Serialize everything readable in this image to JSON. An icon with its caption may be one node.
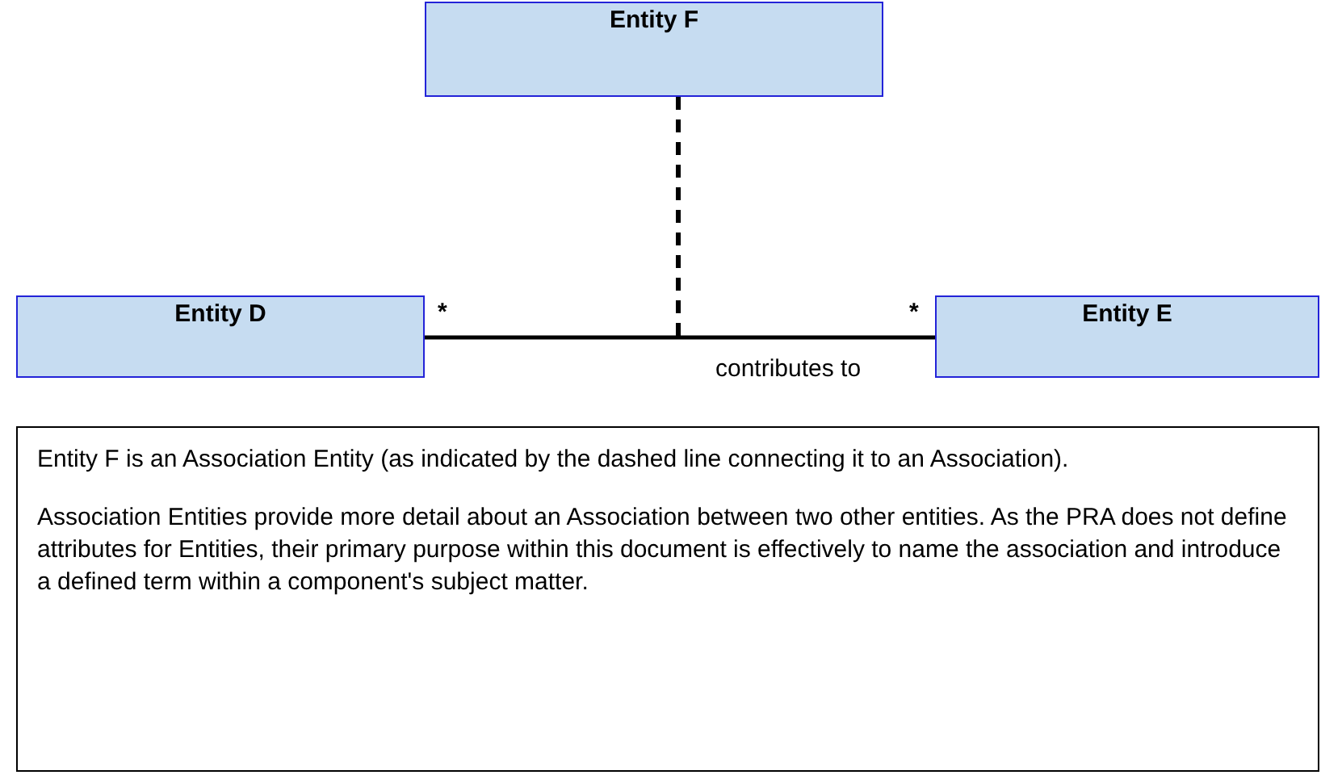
{
  "diagram": {
    "nodes": [
      {
        "text": [
          "Entity F"
        ]
      },
      {
        "text": [
          "Entity D"
        ]
      },
      {
        "text": [
          "Entity E"
        ]
      },
      {
        "text": [
          "Entity F is an Association Entity (as indicated by the dashed line connecting it to an Association).",
          "Association Entities provide more detail about an Association between two other entities. As the PRA does not define attributes for Entities, their primary purpose within this document is effectively to name the association and introduce a defined term within a component's subject matter."
        ]
      }
    ],
    "edges": [
      {
        "from": 1,
        "to": 2,
        "arrow": "none",
        "label": "contributes to"
      },
      {
        "from": 0,
        "to": null,
        "arrow": "none",
        "style": "dashed"
      }
    ],
    "labels": [
      "*",
      "*"
    ]
  }
}
